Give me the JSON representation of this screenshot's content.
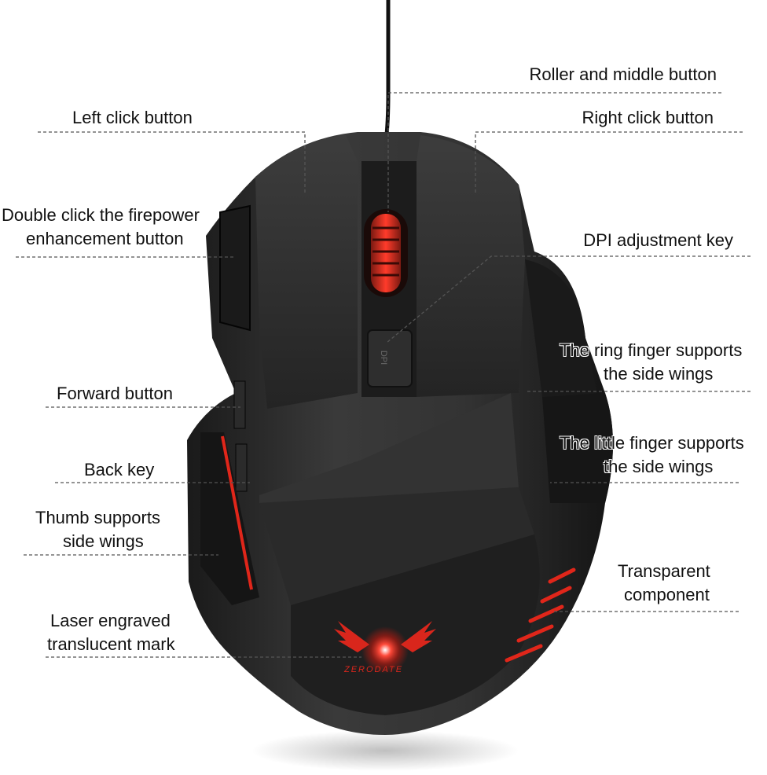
{
  "labels": {
    "roller": "Roller and middle button",
    "left_click": "Left click button",
    "right_click": "Right click button",
    "double_click_1": "Double click the firepower",
    "double_click_2": "enhancement button",
    "dpi": "DPI adjustment key",
    "ring_1": "The ring finger supports",
    "ring_2": "the side wings",
    "forward": "Forward button",
    "little_1": "The little finger supports",
    "little_2": "the side wings",
    "back": "Back key",
    "thumb_1": "Thumb supports",
    "thumb_2": "side wings",
    "transparent_1": "Transparent",
    "transparent_2": "component",
    "laser_1": "Laser engraved",
    "laser_2": "translucent mark"
  },
  "brand_text": "ZERODATE",
  "dpi_button_text": "DPI",
  "colors": {
    "body": "#2b2b2b",
    "body_dark": "#151515",
    "accent_red": "#e0261a",
    "leader": "#555555"
  }
}
